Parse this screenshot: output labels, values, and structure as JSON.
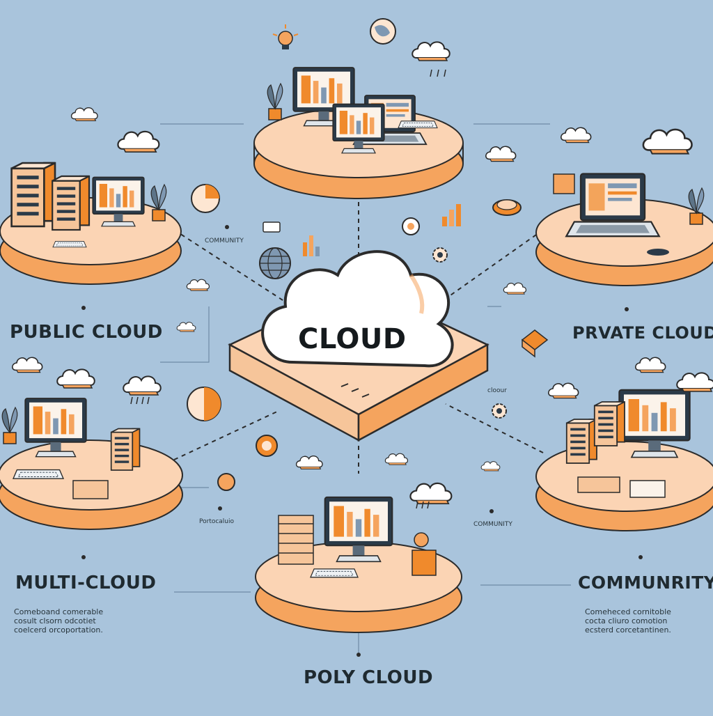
{
  "center": {
    "title": "CLOUD"
  },
  "nodes": {
    "public": {
      "title": "PUBLIC CLOUD"
    },
    "private": {
      "title": "PRVATE CLOUD"
    },
    "multi": {
      "title": "MULTI-CLOUD",
      "desc": [
        "Comeboand comerable",
        "cosult clsorn odcotiet",
        "coelcerd orcoportation."
      ]
    },
    "community": {
      "title": "COMMUNRITY",
      "desc": [
        "Comeheced cornitoble",
        "cocta cliuro comotion",
        "ecsterd corcetantinen."
      ]
    },
    "poly": {
      "title": "POLY CLOUD"
    }
  },
  "tags": {
    "community_top": "COMMUNITY",
    "portable": "Portocaluio",
    "community_bottom": "COMMUNITY",
    "cloud": "cloour"
  },
  "colors": {
    "background": "#a9c4dc",
    "platform_top": "#fbd4b4",
    "platform_side": "#f5a45e",
    "accent_orange": "#f08a2c",
    "cloud_white": "#ffffff",
    "outline": "#2b2b2b",
    "device_blue": "#7f98b2"
  }
}
